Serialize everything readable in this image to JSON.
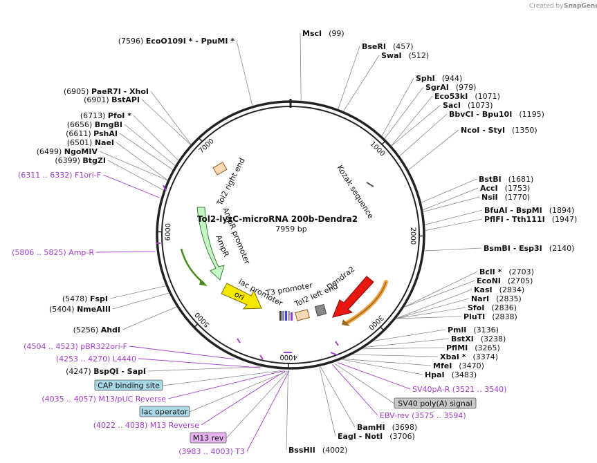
{
  "watermark": {
    "prefix": "Created by",
    "brand": "SnapGene"
  },
  "plasmid": {
    "name": "Tol2-lyzC-microRNA 200b-Dendra2",
    "length": "7959 bp",
    "total": 7959
  },
  "ticks": [
    {
      "pos": 1000,
      "label": "1000"
    },
    {
      "pos": 2000,
      "label": "2000"
    },
    {
      "pos": 3000,
      "label": "3000"
    },
    {
      "pos": 4000,
      "label": "4000"
    },
    {
      "pos": 5000,
      "label": "5000"
    },
    {
      "pos": 6000,
      "label": "6000"
    },
    {
      "pos": 7000,
      "label": "7000"
    }
  ],
  "sites": [
    {
      "pre": "",
      "name": "MscI",
      "pos": "(99)",
      "at": 99,
      "side": "R"
    },
    {
      "pre": "",
      "name": "BseRI",
      "pos": "(457)",
      "at": 457,
      "side": "R"
    },
    {
      "pre": "",
      "name": "SwaI",
      "pos": "(512)",
      "at": 512,
      "side": "R"
    },
    {
      "pre": "",
      "name": "SphI",
      "pos": "(944)",
      "at": 944,
      "side": "R"
    },
    {
      "pre": "",
      "name": "SgrAI",
      "pos": "(979)",
      "at": 979,
      "side": "R"
    },
    {
      "pre": "",
      "name": "Eco53kI",
      "pos": "(1071)",
      "at": 1071,
      "side": "R"
    },
    {
      "pre": "",
      "name": "SacI",
      "pos": "(1073)",
      "at": 1073,
      "side": "R"
    },
    {
      "pre": "",
      "name": "BbvCI  - Bpu10I",
      "pos": "(1195)",
      "at": 1195,
      "side": "R"
    },
    {
      "pre": "",
      "name": "NcoI  - StyI",
      "pos": "(1350)",
      "at": 1350,
      "side": "R"
    },
    {
      "pre": "",
      "name": "BstBI",
      "pos": "(1681)",
      "at": 1681,
      "side": "R"
    },
    {
      "pre": "",
      "name": "AccI",
      "pos": "(1753)",
      "at": 1753,
      "side": "R"
    },
    {
      "pre": "",
      "name": "NsiI",
      "pos": "(1770)",
      "at": 1770,
      "side": "R"
    },
    {
      "pre": "",
      "name": "BfuAI  - BspMI",
      "pos": "(1894)",
      "at": 1894,
      "side": "R"
    },
    {
      "pre": "",
      "name": "PflFI  - Tth111I",
      "pos": "(1947)",
      "at": 1947,
      "side": "R"
    },
    {
      "pre": "",
      "name": "BsmBI  - Esp3I",
      "pos": "(2140)",
      "at": 2140,
      "side": "R"
    },
    {
      "pre": "",
      "name": "BclI *",
      "pos": "(2703)",
      "at": 2703,
      "side": "R"
    },
    {
      "pre": "",
      "name": "EcoNI",
      "pos": "(2705)",
      "at": 2705,
      "side": "R"
    },
    {
      "pre": "",
      "name": "KasI",
      "pos": "(2834)",
      "at": 2834,
      "side": "R"
    },
    {
      "pre": "",
      "name": "NarI",
      "pos": "(2835)",
      "at": 2835,
      "side": "R"
    },
    {
      "pre": "",
      "name": "SfoI",
      "pos": "(2836)",
      "at": 2836,
      "side": "R"
    },
    {
      "pre": "",
      "name": "PluTI",
      "pos": "(2838)",
      "at": 2838,
      "side": "R"
    },
    {
      "pre": "",
      "name": "PmlI",
      "pos": "(3136)",
      "at": 3136,
      "side": "R"
    },
    {
      "pre": "",
      "name": "BstXI",
      "pos": "(3238)",
      "at": 3238,
      "side": "R"
    },
    {
      "pre": "",
      "name": "PflMI",
      "pos": "(3265)",
      "at": 3265,
      "side": "R"
    },
    {
      "pre": "",
      "name": "XbaI *",
      "pos": "(3374)",
      "at": 3374,
      "side": "R"
    },
    {
      "pre": "",
      "name": "MfeI",
      "pos": "(3470)",
      "at": 3470,
      "side": "R"
    },
    {
      "pre": "",
      "name": "HpaI",
      "pos": "(3483)",
      "at": 3483,
      "side": "R"
    },
    {
      "pre": "",
      "name": "BamHI",
      "pos": "(3698)",
      "at": 3698,
      "side": "R"
    },
    {
      "pre": "",
      "name": "EagI  - NotI",
      "pos": "(3706)",
      "at": 3706,
      "side": "R"
    },
    {
      "pre": "",
      "name": "BssHII",
      "pos": "(4002)",
      "at": 4002,
      "side": "R"
    },
    {
      "pre": "(4247)",
      "name": "BspQI  - SapI",
      "pos": "",
      "at": 4247,
      "side": "L"
    },
    {
      "pre": "(5256)",
      "name": "AhdI",
      "pos": "",
      "at": 5256,
      "side": "L"
    },
    {
      "pre": "(5404)",
      "name": "NmeAIII",
      "pos": "",
      "at": 5404,
      "side": "L"
    },
    {
      "pre": "(5478)",
      "name": "FspI",
      "pos": "",
      "at": 5478,
      "side": "L"
    },
    {
      "pre": "(6399)",
      "name": "BtgZI",
      "pos": "",
      "at": 6399,
      "side": "L"
    },
    {
      "pre": "(6499)",
      "name": "NgoMIV",
      "pos": "",
      "at": 6499,
      "side": "L"
    },
    {
      "pre": "(6501)",
      "name": "NaeI",
      "pos": "",
      "at": 6501,
      "side": "L"
    },
    {
      "pre": "(6611)",
      "name": "PshAI",
      "pos": "",
      "at": 6611,
      "side": "L"
    },
    {
      "pre": "(6656)",
      "name": "BmgBI",
      "pos": "",
      "at": 6656,
      "side": "L"
    },
    {
      "pre": "(6713)",
      "name": "PfoI *",
      "pos": "",
      "at": 6713,
      "side": "L"
    },
    {
      "pre": "(6901)",
      "name": "BstAPI",
      "pos": "",
      "at": 6901,
      "side": "L"
    },
    {
      "pre": "(6905)",
      "name": "PaeR7I  - XhoI",
      "pos": "",
      "at": 6905,
      "side": "L"
    },
    {
      "pre": "(7596)",
      "name": "EcoO109I *  - PpuMI *",
      "pos": "",
      "at": 7596,
      "side": "L"
    }
  ],
  "primers": [
    {
      "text": "SV40pA-R    (3521 .. 3540)",
      "at": 3530
    },
    {
      "text": "EBV-rev    (3575 .. 3594)",
      "at": 3584
    },
    {
      "text": "(3983 .. 4003)  T3",
      "at": 3993
    },
    {
      "text": "(4022 .. 4038)  M13 Reverse",
      "at": 4030
    },
    {
      "text": "(4035 .. 4057)  M13/pUC Reverse",
      "at": 4046
    },
    {
      "text": "(4253 .. 4270)  L4440",
      "at": 4261
    },
    {
      "text": "(4504 .. 4523)  pBR322ori-F",
      "at": 4513
    },
    {
      "text": "(5806 .. 5825)  Amp-R",
      "at": 5815
    },
    {
      "text": "(6311 .. 6332)  F1ori-F",
      "at": 6321
    }
  ],
  "boxed": [
    {
      "text": "SV40 poly(A) signal",
      "at": 3560,
      "color": "#c8c8c8"
    },
    {
      "text": "CAP binding site",
      "at": 4070,
      "color": "#a9d8e6"
    },
    {
      "text": "lac operator",
      "at": 4010,
      "color": "#a9d8e6"
    },
    {
      "text": "M13 rev",
      "at": 4000,
      "color": "#e6b3f0"
    }
  ],
  "features": {
    "tol2_right_end": "Tol2 right end",
    "kozak": "Kozak sequence",
    "ampr_promoter": "AmpR promoter",
    "ampr": "AmpR",
    "ori": "ori",
    "lac_promoter": "lac promoter",
    "t3_promoter": "T3 promoter",
    "tol2_left_end": "Tol2 left end",
    "dendra2": "Dendra2"
  },
  "colors": {
    "backbone": "#222222",
    "primer": "#a23bd1",
    "dendra2": "#e8170f",
    "ori": "#f5e700",
    "ampr": "#c4f5c4",
    "orange_outline": "#f0a040",
    "tol2": "#fbd8b0"
  }
}
